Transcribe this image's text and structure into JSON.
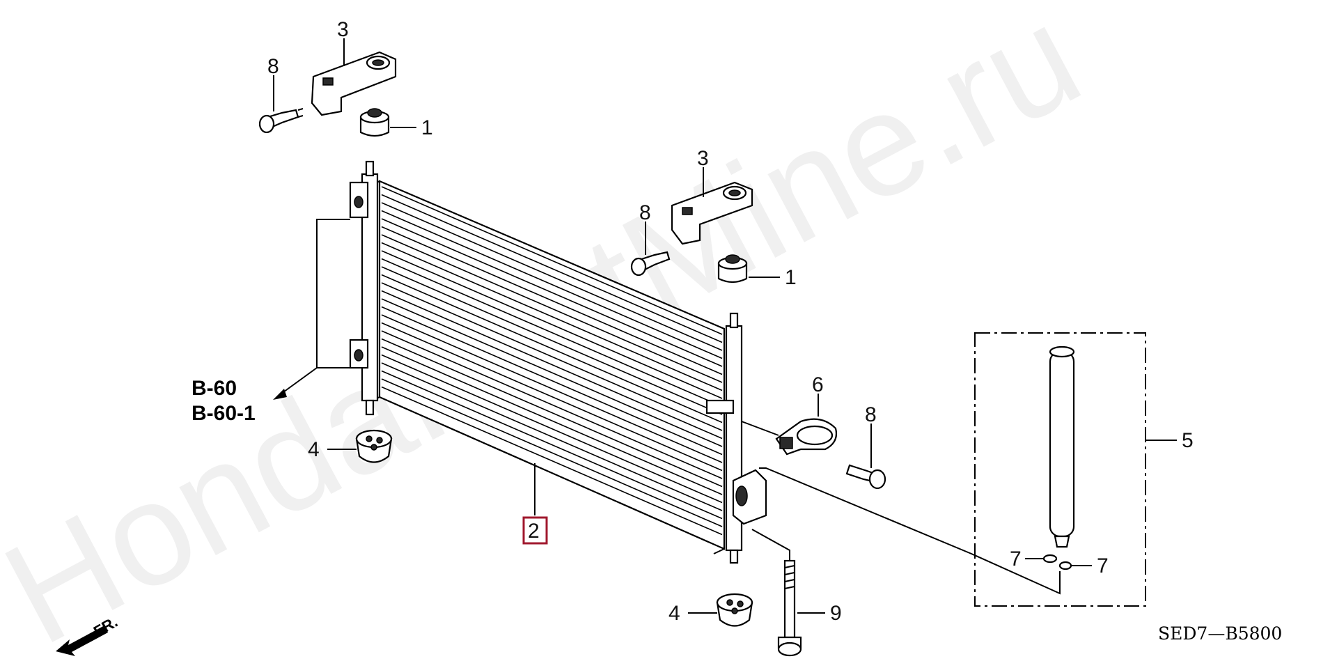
{
  "watermark": "HondaPartMine.ru",
  "diagram_code": "SED7—B5800",
  "fr_label": "FR.",
  "references": [
    "B-60",
    "B-60-1"
  ],
  "callouts": {
    "bracket_top": "3",
    "bracket_mid": "3",
    "bolt_top": "8",
    "bolt_mid": "8",
    "bolt_right": "8",
    "cushion_top": "1",
    "cushion_mid": "1",
    "condenser": "2",
    "mount_left": "4",
    "mount_bottom": "4",
    "receiver_dryer": "5",
    "clamp": "6",
    "oring_left": "7",
    "oring_right": "7",
    "long_bolt": "9"
  },
  "highlight_color": "#a0182e"
}
